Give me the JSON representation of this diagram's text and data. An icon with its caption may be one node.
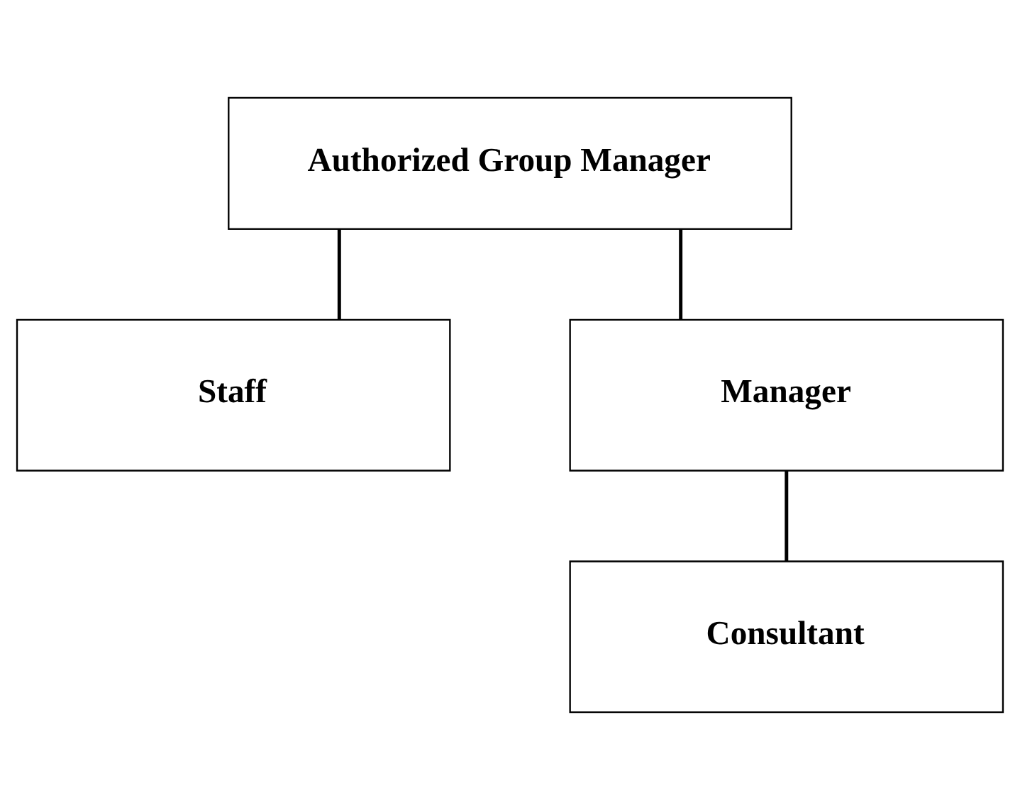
{
  "diagram": {
    "nodes": [
      {
        "text": [
          "Authorized Group Manager"
        ]
      },
      {
        "text": [
          "Staff"
        ]
      },
      {
        "text": [
          "Manager"
        ]
      },
      {
        "text": [
          "Consultant"
        ]
      }
    ],
    "edges": [
      {
        "from": 0,
        "to": 1,
        "arrow": "none"
      },
      {
        "from": 0,
        "to": 2,
        "arrow": "none"
      },
      {
        "from": 2,
        "to": 3,
        "arrow": "none"
      }
    ]
  }
}
